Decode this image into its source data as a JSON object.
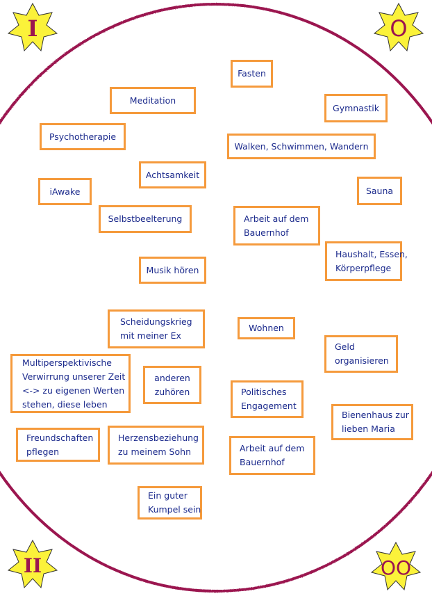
{
  "colors": {
    "ellipse": "#9b1450",
    "axes": "#8e2a9a",
    "box_border": "#f59a3c",
    "box_text": "#1b2a8c",
    "star_fill": "#fbf23a",
    "star_stroke": "#333333",
    "star_text": "#9b1450"
  },
  "quadrant_stars": {
    "top_left": "I",
    "top_right": "O",
    "bottom_left": "II",
    "bottom_right": "OO"
  },
  "quadrants": {
    "top_left": [
      "Meditation",
      "Psychotherapie",
      "Achtsamkeit",
      "iAwake",
      "Selbstbeelterung",
      "Musik hören"
    ],
    "top_right": [
      "Fasten",
      "Gymnastik",
      "Walken, Schwimmen, Wandern",
      "Sauna",
      "Arbeit auf dem Bauernhof",
      "Haushalt, Essen, Körperpflege"
    ],
    "bottom_left": [
      "Scheidungskrieg mit meiner Ex",
      "Multiperspektivische Verwirrung unserer Zeit <-> zu eigenen Werten stehen, diese leben",
      "anderen zuhören",
      "Freundschaften pflegen",
      "Herzensbeziehung zu meinem Sohn",
      "Ein guter Kumpel sein"
    ],
    "bottom_right": [
      "Wohnen",
      "Geld organisieren",
      "Politisches Engagement",
      "Bienenhaus zur lieben Maria",
      "Arbeit auf dem Bauernhof"
    ]
  },
  "boxes": {
    "fasten": [
      "Fasten"
    ],
    "meditation": [
      "Meditation"
    ],
    "gymnastik": [
      "Gymnastik"
    ],
    "psychotherapie": [
      "Psychotherapie"
    ],
    "walken": [
      "Walken, Schwimmen, Wandern"
    ],
    "achtsamkeit": [
      "Achtsamkeit"
    ],
    "iawake": [
      "iAwake"
    ],
    "sauna": [
      "Sauna"
    ],
    "selbstbeelterung": [
      "Selbstbeelterung"
    ],
    "bauernhof_top": [
      "Arbeit auf dem",
      "Bauernhof"
    ],
    "haushalt": [
      "Haushalt, Essen,",
      "Körperpflege"
    ],
    "musik": [
      "Musik hören"
    ],
    "scheidungskrieg": [
      "Scheidungskrieg",
      "mit meiner Ex"
    ],
    "wohnen": [
      "Wohnen"
    ],
    "geld": [
      "Geld",
      "organisieren"
    ],
    "multiperspektivisch": [
      "Multiperspektivische",
      "Verwirrung unserer Zeit",
      "<-> zu eigenen Werten",
      "stehen, diese leben"
    ],
    "zuhoeren": [
      "anderen",
      "zuhören"
    ],
    "politisch": [
      "Politisches",
      "Engagement"
    ],
    "bienenhaus": [
      "Bienenhaus zur",
      "lieben Maria"
    ],
    "freundschaften": [
      "Freundschaften",
      "pflegen"
    ],
    "herzensbeziehung": [
      "Herzensbeziehung",
      "zu meinem Sohn"
    ],
    "bauernhof_bottom": [
      "Arbeit auf dem",
      "Bauernhof"
    ],
    "kumpel": [
      "Ein guter",
      "Kumpel sein"
    ]
  }
}
